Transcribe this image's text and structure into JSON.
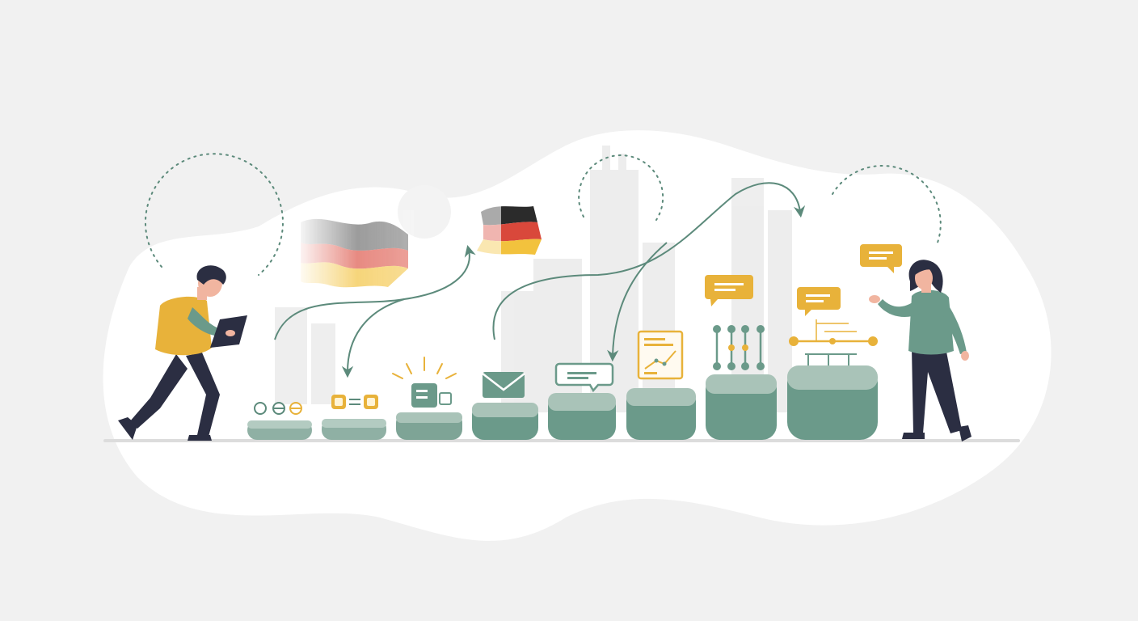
{
  "scene": {
    "description_free": true,
    "colors": {
      "background": "#f1f1f1",
      "cloud": "#ffffff",
      "teal": "#6b9a8a",
      "teal_dark": "#567f71",
      "teal_light": "#a9c3b8",
      "mustard": "#e8b23a",
      "navy": "#2b2e42",
      "skin": "#f1b5a0",
      "skyline": "#ebebeb"
    },
    "steps": [
      {
        "id": 1,
        "icon": "circle-links-icon"
      },
      {
        "id": 2,
        "icon": "coin-exchange-icon"
      },
      {
        "id": 3,
        "icon": "document-idea-icon"
      },
      {
        "id": 4,
        "icon": "envelope-icon"
      },
      {
        "id": 5,
        "icon": "chat-bubble-icon"
      },
      {
        "id": 6,
        "icon": "chart-document-icon"
      },
      {
        "id": 7,
        "icon": "pins-icon"
      },
      {
        "id": 8,
        "icon": "network-connections-icon"
      }
    ],
    "figures": [
      {
        "id": "man",
        "role": "walking-with-tablet"
      },
      {
        "id": "woman",
        "role": "gesturing-speaker"
      }
    ],
    "flags": [
      {
        "id": "flag-left",
        "colors": [
          "#2b2b2b",
          "#d9483b",
          "#f2c23d"
        ]
      },
      {
        "id": "flag-right",
        "colors": [
          "#2b2b2b",
          "#d9483b",
          "#f2c23d"
        ]
      }
    ]
  }
}
